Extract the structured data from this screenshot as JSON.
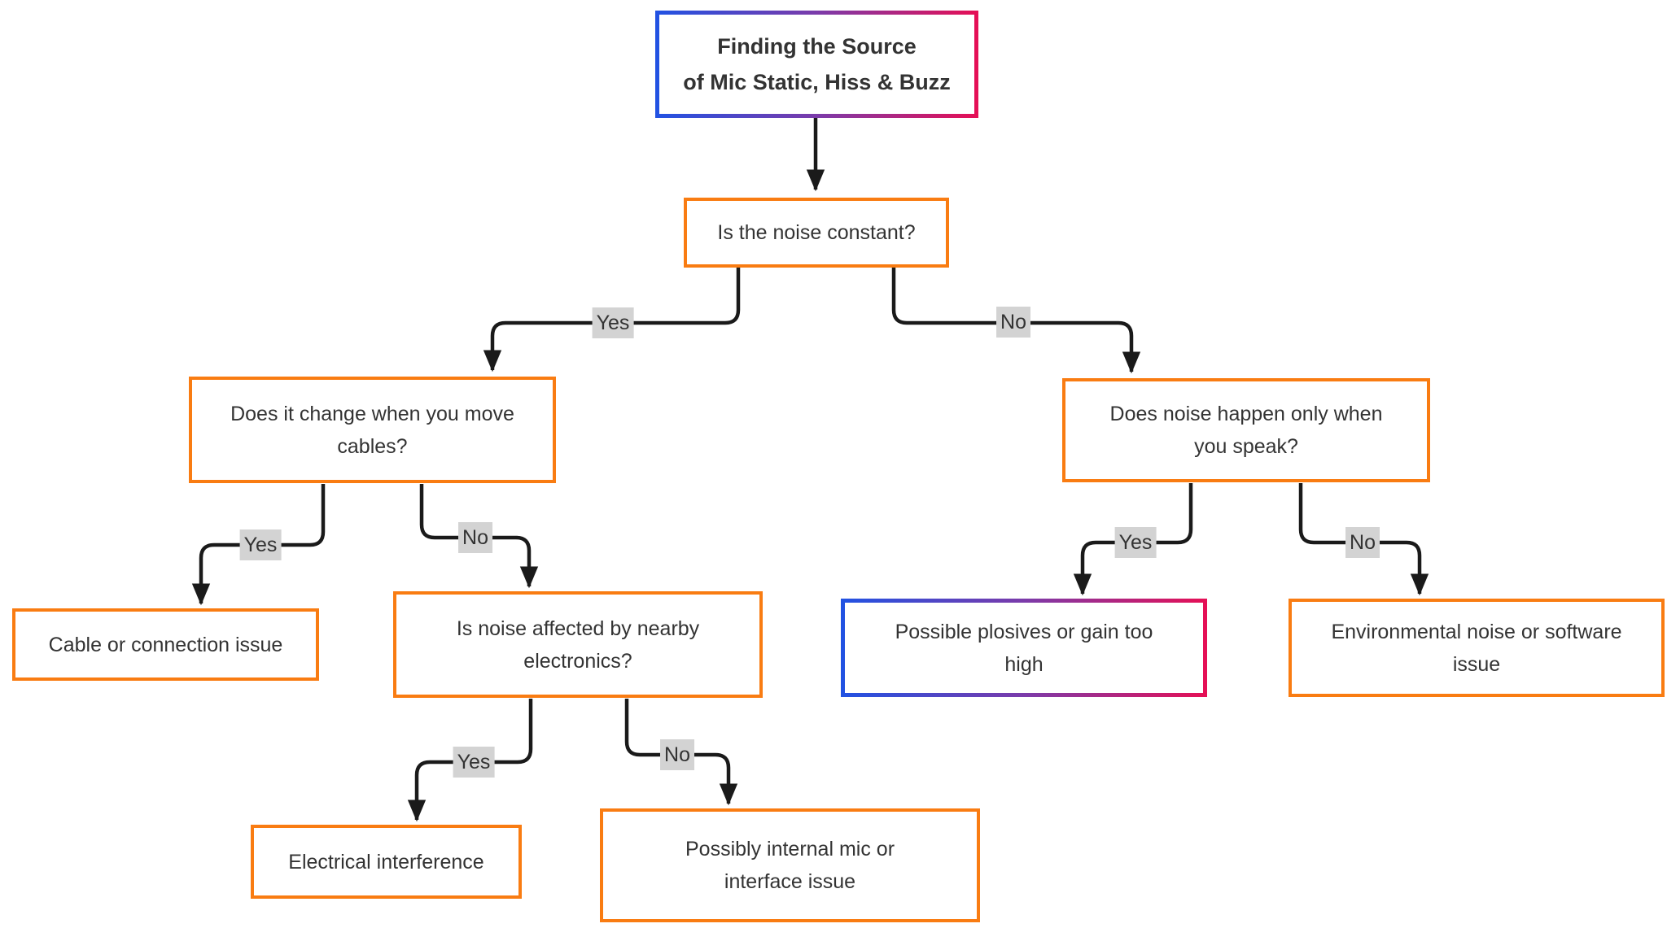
{
  "diagram": {
    "nodes": {
      "title": {
        "label": "Finding the Source\nof Mic Static, Hiss & Buzz"
      },
      "q_constant": {
        "label": "Is the noise constant?"
      },
      "q_cables": {
        "label": "Does it change when you move\ncables?"
      },
      "q_speak": {
        "label": "Does noise happen only when\nyou speak?"
      },
      "leaf_cable": {
        "label": "Cable or connection issue"
      },
      "q_electronics": {
        "label": "Is noise affected by nearby\nelectronics?"
      },
      "leaf_plosives": {
        "label": "Possible plosives or gain too\nhigh"
      },
      "leaf_env": {
        "label": "Environmental noise or software\nissue"
      },
      "leaf_electrical": {
        "label": "Electrical interference"
      },
      "leaf_internal": {
        "label": "Possibly internal mic or\ninterface issue"
      }
    },
    "edge_labels": {
      "yes_constant": "Yes",
      "no_constant": "No",
      "yes_cables": "Yes",
      "no_cables": "No",
      "yes_electronics": "Yes",
      "no_electronics": "No",
      "yes_speak": "Yes",
      "no_speak": "No"
    },
    "colors": {
      "box_border_orange": "#F97C12",
      "gradient_start_blue": "#2152E3",
      "gradient_mid_purple": "#7B3BAA",
      "gradient_end_crimson": "#E60F55",
      "edge_stroke": "#1A1A1A",
      "edge_label_bg": "#D3D3D3",
      "text": "#333333",
      "node_fill": "#FFFFFF"
    }
  }
}
